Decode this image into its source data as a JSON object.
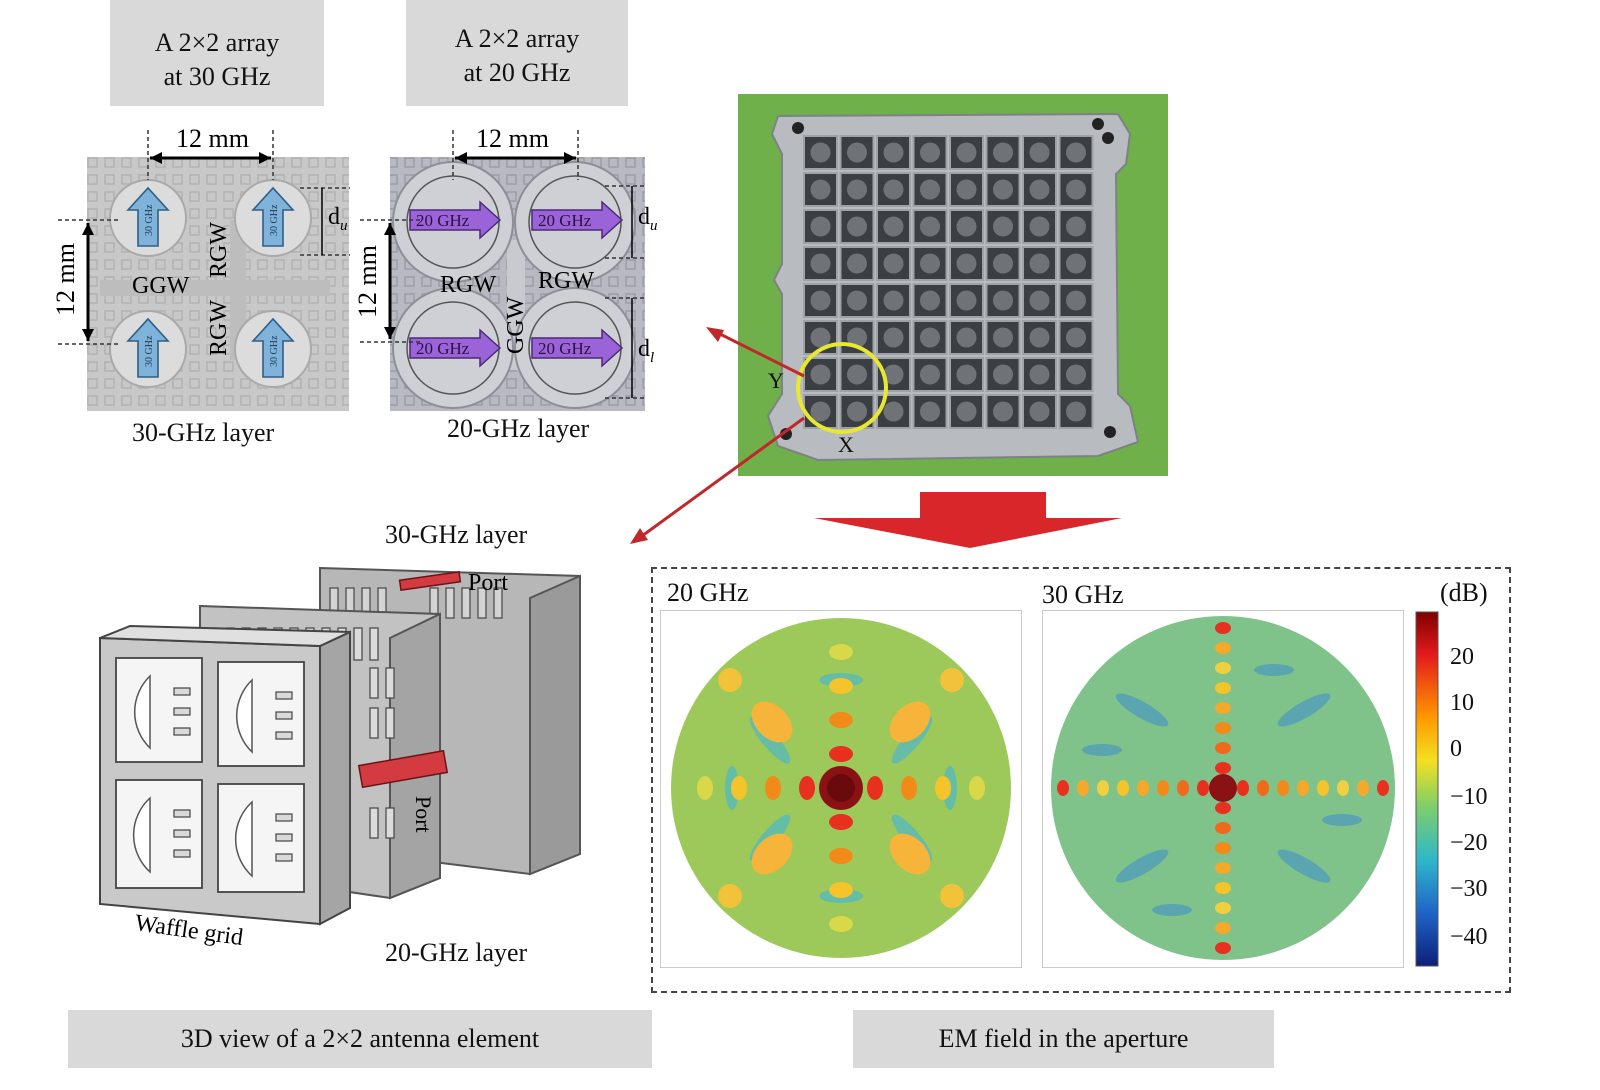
{
  "top": {
    "array30_title_line1": "A 2×2 array",
    "array30_title_line2": "at 30 GHz",
    "array20_title_line1": "A 2×2 array",
    "array20_title_line2": "at 20 GHz",
    "dim_horizontal": "12 mm",
    "dim_vertical": "12 mm",
    "du": "d",
    "du_sub": "u",
    "dl": "d",
    "dl_sub": "l",
    "port30_label": "30 GHz",
    "port20_label": "20 GHz",
    "ggw": "GGW",
    "rgw": "RGW",
    "layer30_caption": "30-GHz layer",
    "layer20_caption": "20-GHz layer"
  },
  "photo": {
    "axis_y": "Y",
    "axis_x": "X"
  },
  "model3d": {
    "layer30_label": "30-GHz layer",
    "layer20_label": "20-GHz layer",
    "port_top": "Port",
    "port_side": "Port",
    "waffle": "Waffle grid",
    "caption": "3D view of a 2×2 antenna element"
  },
  "field": {
    "label20": "20 GHz",
    "label30": "30 GHz",
    "unit": "(dB)",
    "colorbar_ticks": [
      "20",
      "10",
      "0",
      "−10",
      "−20",
      "−30",
      "−40"
    ],
    "caption": "EM field in the aperture"
  },
  "colors": {
    "arrow_red": "#c0282b",
    "big_arrow_red": "#d9262a",
    "photo_green": "#6fb04a",
    "field_green": "#9cc95a",
    "port_purple": "#8a4fd1",
    "port_blue": "#5fa3d6"
  }
}
